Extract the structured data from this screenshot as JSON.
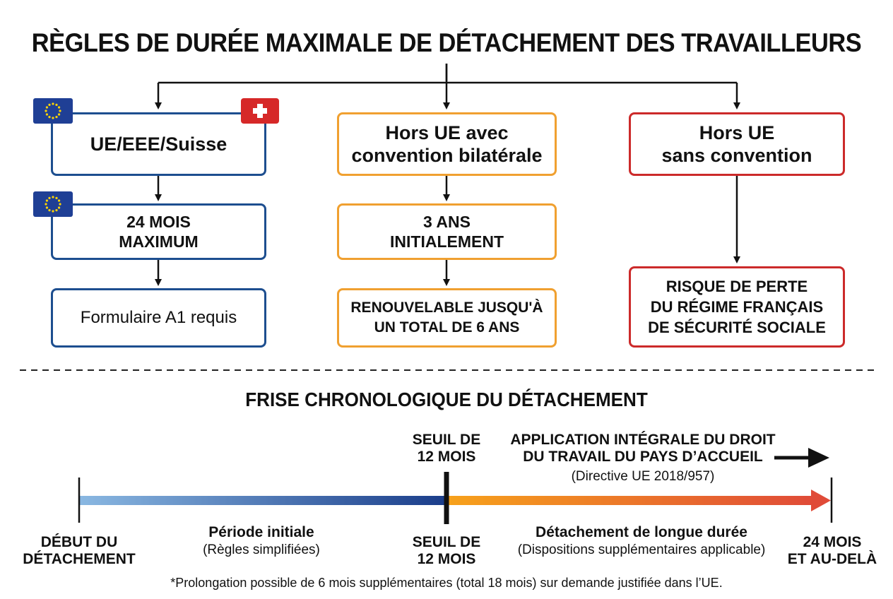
{
  "title": "RÈGLES DE DURÉE MAXIMALE DE DÉTACHEMENT DES TRAVAILLEURS",
  "columns": [
    {
      "header_lines": [
        "UE/EEE/Suisse"
      ],
      "step1_lines": [
        "24 MOIS",
        "MAXIMUM"
      ],
      "step2_lines": [
        "Formulaire A1 requis"
      ]
    },
    {
      "header_lines": [
        "Hors UE avec",
        "convention bilatérale"
      ],
      "step1_lines": [
        "3 ANS",
        "INITIALEMENT"
      ],
      "step2_lines": [
        "RENOUVELABLE JUSQU'À",
        "UN TOTAL DE 6 ANS"
      ]
    },
    {
      "header_lines": [
        "Hors UE",
        "sans convention"
      ],
      "outcome_lines": [
        "RISQUE DE PERTE",
        "DU RÉGIME FRANÇAIS",
        "DE SÉCURITÉ SOCIALE"
      ]
    }
  ],
  "timeline": {
    "title": "FRISE CHRONOLOGIQUE DU DÉTACHEMENT",
    "start_label": [
      "DÉBUT DU",
      "DÉTACHEMENT"
    ],
    "threshold_top": [
      "SEUIL DE",
      "12 MOIS"
    ],
    "threshold_bottom": [
      "SEUIL DE",
      "12 MOIS"
    ],
    "end_label": [
      "24 MOIS",
      "ET AU-DELÀ"
    ],
    "application": [
      "APPLICATION INTÉGRALE DU DROIT",
      "DU TRAVAIL DU PAYS D’ACCUEIL"
    ],
    "directive": "(Directive UE 2018/957)",
    "phase1_title": "Période initiale",
    "phase1_note": "(Règles simplifiées)",
    "phase2_title": "Détachement de longue durée",
    "phase2_note": "(Dispositions supplémentaires applicable)",
    "footnote": "*Prolongation possible de 6 mois supplémentaires (total 18 mois) sur demande justifiée dans l’UE."
  },
  "colors": {
    "blue": "#1d4e8f",
    "orange": "#f0a030",
    "red": "#cc2a2a",
    "eu_flag": "#1f3f95",
    "swiss_flag": "#d62828",
    "timeline_blue_start": "#8ab8e2",
    "timeline_blue_end": "#1a3d8a",
    "timeline_orange_start": "#f7a21b",
    "timeline_red_end": "#e04b38"
  },
  "icons": [
    "eu-flag-icon",
    "swiss-flag-icon",
    "arrow-right-icon"
  ]
}
